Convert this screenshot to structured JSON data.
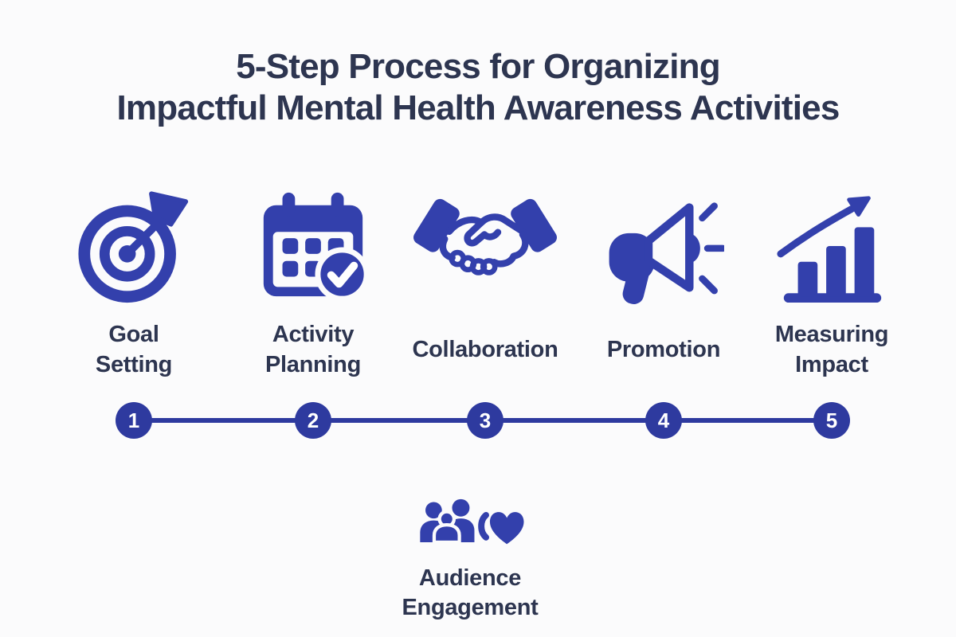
{
  "title": {
    "line1": "5-Step Process for Organizing",
    "line2": "Impactful Mental Health Awareness Activities"
  },
  "steps": [
    {
      "number": "1",
      "icon": "target-goal-icon",
      "lines": [
        "Goal",
        "Setting"
      ]
    },
    {
      "number": "2",
      "icon": "calendar-check-icon",
      "lines": [
        "Activity",
        "Planning"
      ]
    },
    {
      "number": "3",
      "icon": "handshake-icon",
      "lines": [
        "Collaboration",
        ""
      ]
    },
    {
      "number": "4",
      "icon": "megaphone-icon",
      "lines": [
        "Promotion",
        ""
      ]
    },
    {
      "number": "5",
      "icon": "bar-chart-growth-icon",
      "lines": [
        "Measuring",
        "Impact"
      ]
    }
  ],
  "footer": {
    "icon": "audience-heart-icon",
    "lines": [
      "Audience",
      "Engagement"
    ]
  },
  "colors": {
    "icon_blue": "#3340ac",
    "node_blue": "#2e3a9f",
    "text_navy": "#2d3550",
    "background": "#fbfbfc",
    "number_text": "#ffffff"
  }
}
